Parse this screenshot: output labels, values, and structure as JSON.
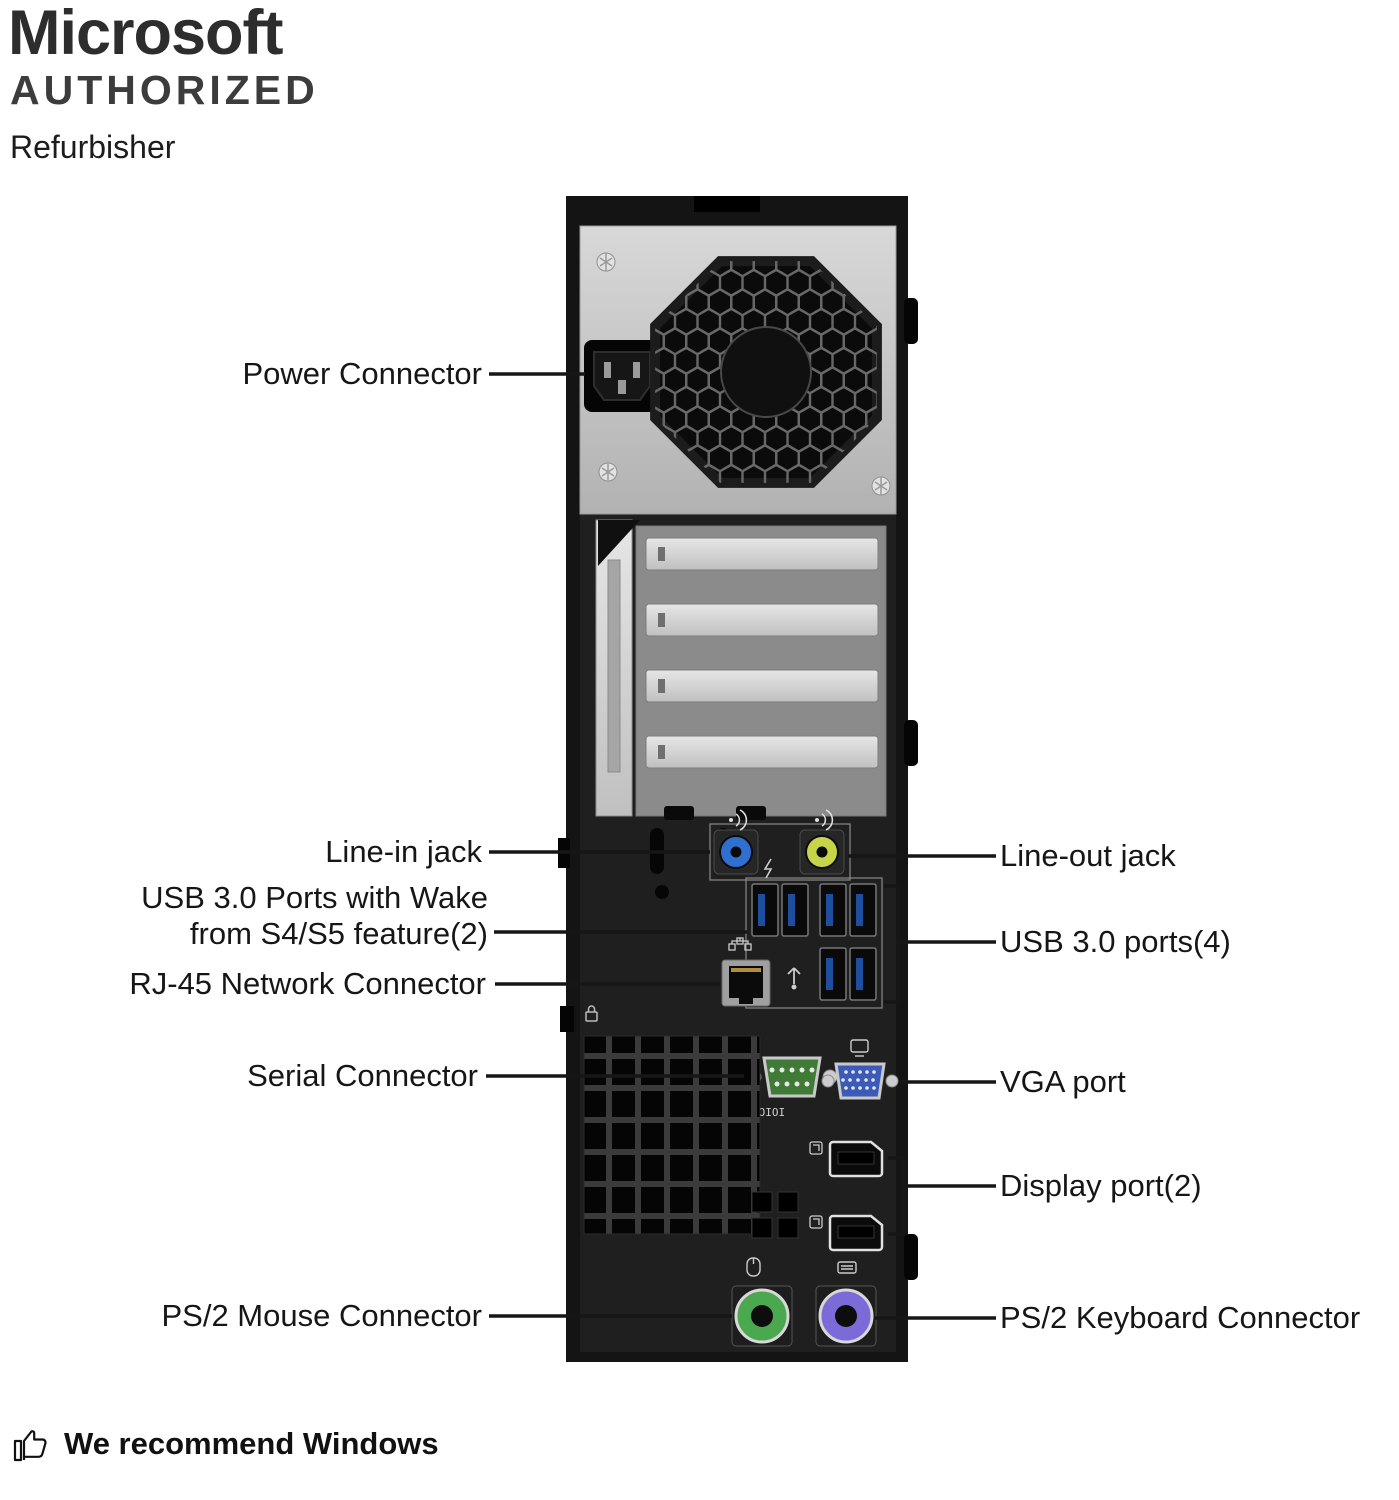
{
  "header": {
    "line1": "Microsoft",
    "line2": "AUTHORIZED",
    "line3": "Refurbisher"
  },
  "callouts": {
    "power": "Power Connector",
    "line_in": "Line-in jack",
    "usb_wake_line1": "USB 3.0 Ports with Wake",
    "usb_wake_line2": "from S4/S5 feature(2)",
    "rj45": "RJ-45 Network Connector",
    "serial": "Serial Connector",
    "ps2_mouse": "PS/2 Mouse Connector",
    "line_out": "Line-out jack",
    "usb4": "USB 3.0 ports(4)",
    "vga": "VGA port",
    "displayport": "Display port(2)",
    "ps2_keyboard": "PS/2 Keyboard Connector"
  },
  "icons": {
    "serial_marking": "IOIOI"
  },
  "footer": {
    "text": "We recommend Windows"
  },
  "colors": {
    "line_in_jack": "#2f6fd0",
    "line_out_jack": "#c6d44a",
    "usb_tab": "#1d4f9e",
    "serial_port": "#3f7a36",
    "vga_port": "#3c5ab8",
    "ps2_mouse_port": "#4aa84e",
    "ps2_keyboard_port": "#7a6bd8"
  }
}
